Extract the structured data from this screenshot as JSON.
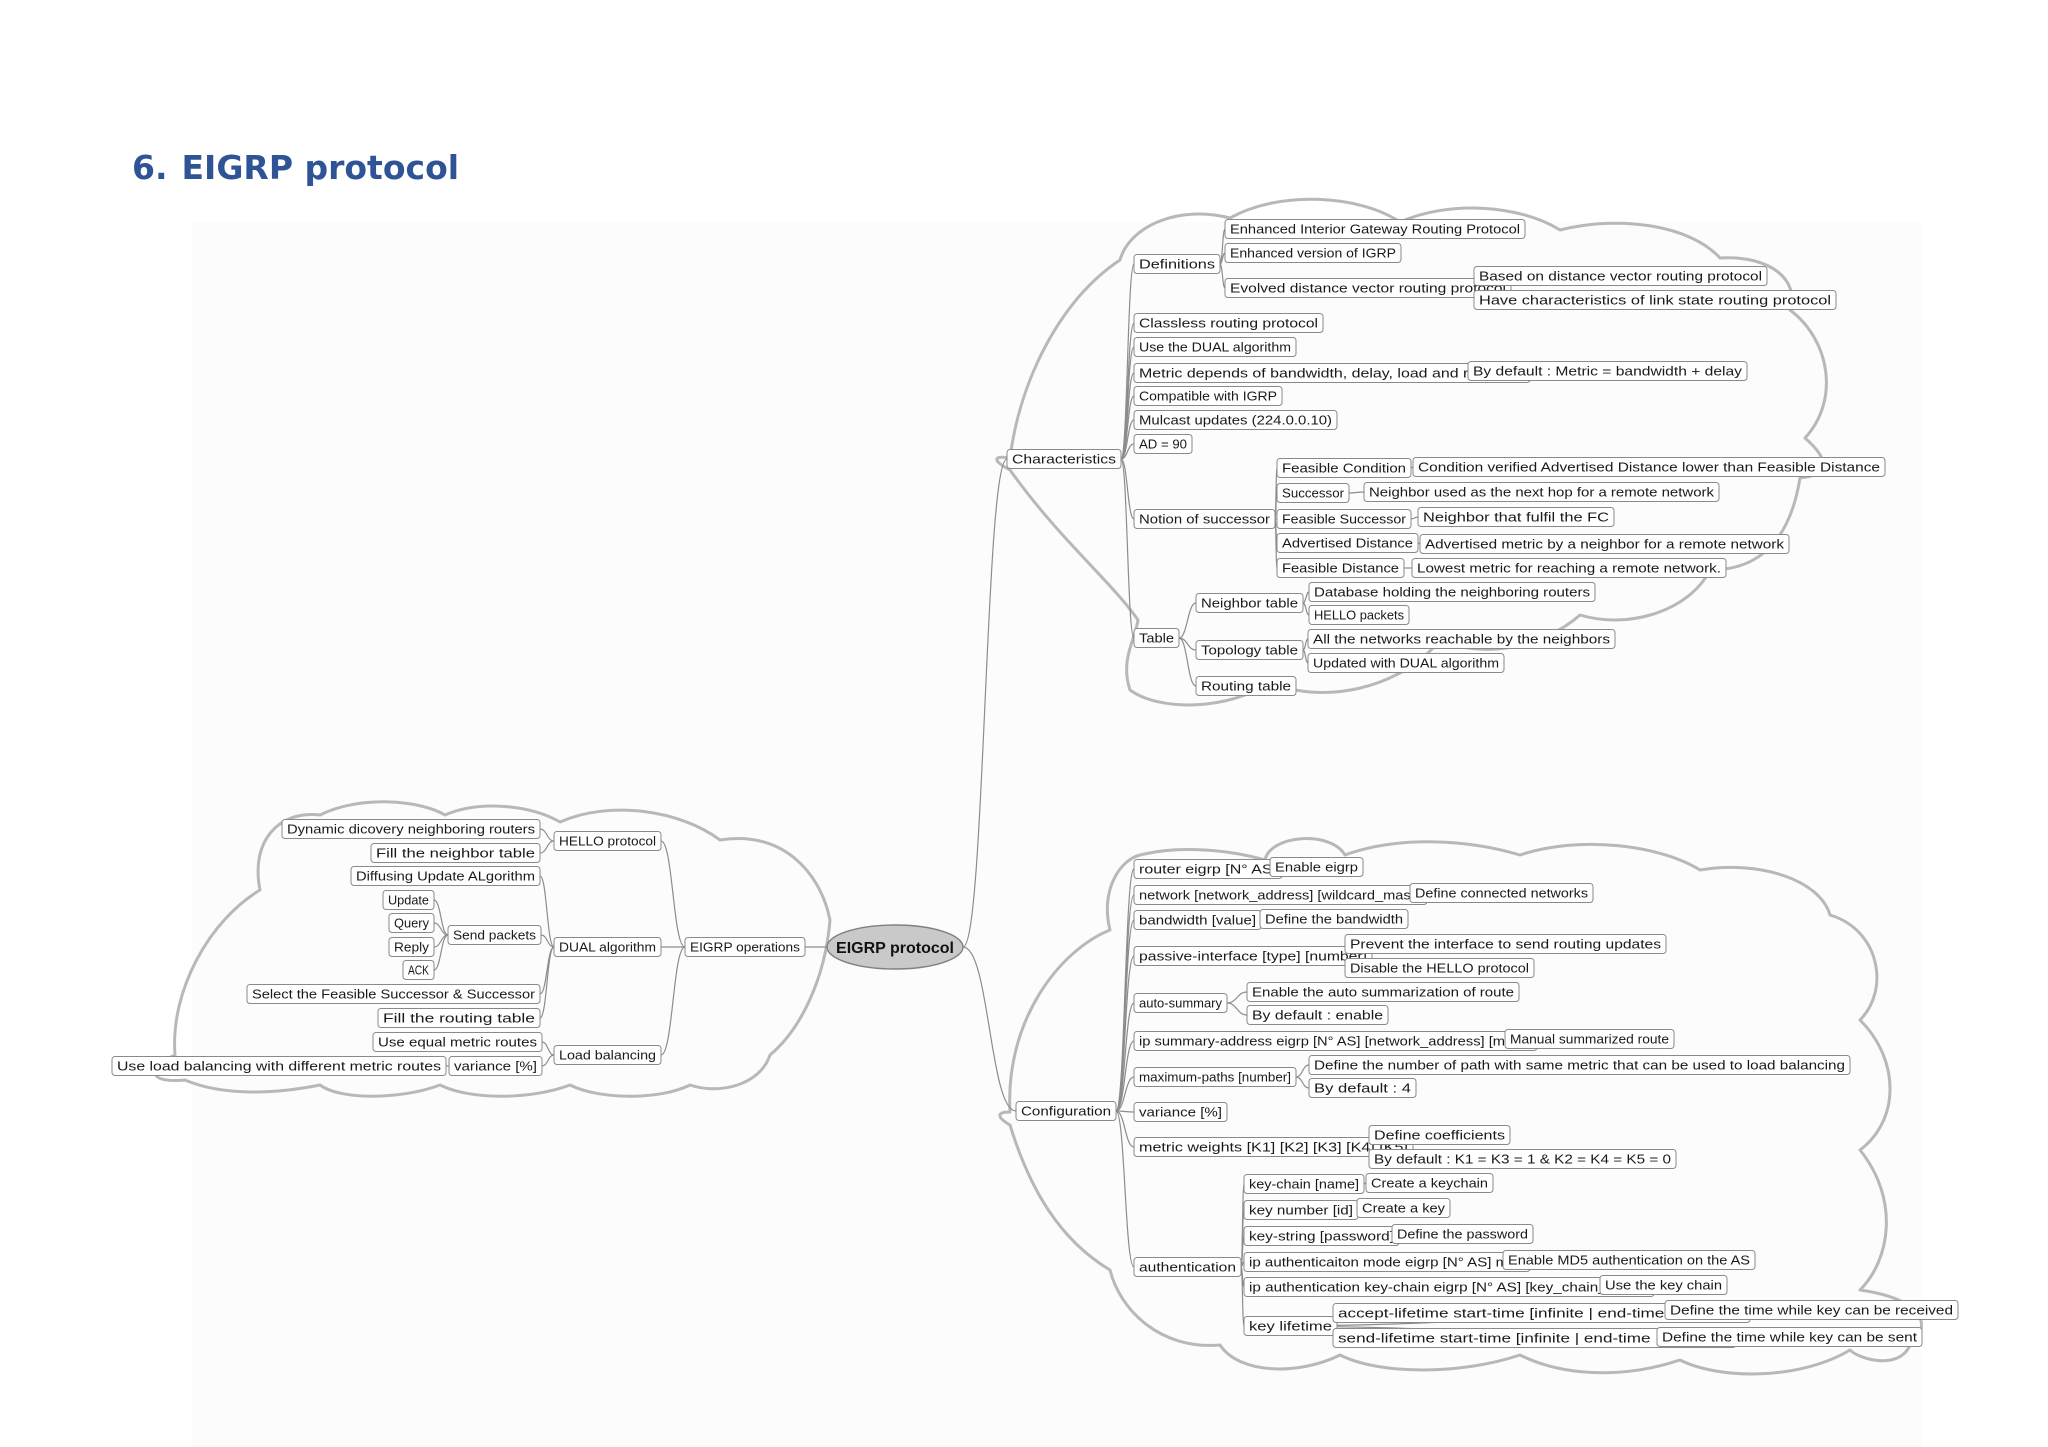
{
  "page": {
    "section_number": "6.",
    "section_title": "EIGRP protocol"
  },
  "colors": {
    "heading": "#2f5496",
    "cloud_outline": "#b8b8b8",
    "connector": "#8c8c8c",
    "root_fill": "#c9c9c9"
  },
  "mindmap": {
    "root": "EIGRP protocol",
    "branches": {
      "operations": {
        "label": "EIGRP operations",
        "hello": {
          "label": "HELLO protocol",
          "items": [
            "Dynamic dicovery neighboring routers",
            "Fill the neighbor table"
          ]
        },
        "dual": {
          "label": "DUAL algorithm",
          "items": [
            "Diffusing Update ALgorithm",
            "Select the Feasible Successor & Successor",
            "Fill the routing table"
          ],
          "send_packets": {
            "label": "Send packets",
            "items": [
              "Update",
              "Query",
              "Reply",
              "ACK"
            ]
          }
        },
        "load_balancing": {
          "label": "Load balancing",
          "equal": "Use equal metric routes",
          "variance": "variance [%]",
          "variance_detail": "Use load balancing with different metric routes"
        }
      },
      "characteristics": {
        "label": "Characteristics",
        "definitions": {
          "label": "Definitions",
          "d1": "Enhanced Interior Gateway Routing Protocol",
          "d2": "Enhanced version of IGRP",
          "d3": "Evolved distance vector routing protocol",
          "d3a": "Based on distance vector routing protocol",
          "d3b": "Have characteristics of link state routing protocol"
        },
        "classless": "Classless routing protocol",
        "dual": "Use the DUAL algorithm",
        "metric": "Metric depends of bandwidth, delay, load and reliability",
        "metric_default": "By default : Metric = bandwidth + delay",
        "igrp": "Compatible with IGRP",
        "multicast": "Mulcast updates (224.0.0.10)",
        "ad": "AD = 90",
        "successor": {
          "label": "Notion of successor",
          "fc": "Feasible Condition",
          "fc_desc": "Condition verified Advertised Distance lower than Feasible Distance",
          "s": "Successor",
          "s_desc": "Neighbor used as the next hop for a remote network",
          "fs": "Feasible Successor",
          "fs_desc": "Neighbor that fulfil the FC",
          "ad": "Advertised Distance",
          "ad_desc": "Advertised metric by a neighbor for a remote network",
          "fd": "Feasible Distance",
          "fd_desc": "Lowest metric for reaching a remote network."
        },
        "table": {
          "label": "Table",
          "neighbor": "Neighbor table",
          "neighbor_a": "Database holding the neighboring routers",
          "neighbor_b": "HELLO packets",
          "topology": "Topology table",
          "topology_a": "All the networks reachable by the neighbors",
          "topology_b": "Updated with DUAL algorithm",
          "routing": "Routing table"
        }
      },
      "configuration": {
        "label": "Configuration",
        "router": "router eigrp [N° AS]",
        "router_desc": "Enable eigrp",
        "network": "network [network_address] [wildcard_mask]",
        "network_desc": "Define connected networks",
        "bandwidth": "bandwidth [value]",
        "bandwidth_desc": "Define the bandwidth",
        "passive": "passive-interface [type] [number]",
        "passive_a": "Prevent the interface to send routing updates",
        "passive_b": "Disable the HELLO protocol",
        "autosum": "auto-summary",
        "autosum_a": "Enable the auto summarization of route",
        "autosum_b": "By default : enable",
        "ipsum": "ip summary-address eigrp [N° AS] [network_address] [mask]",
        "ipsum_desc": "Manual summarized route",
        "maxpaths": "maximum-paths [number]",
        "maxpaths_a": "Define the number of path with same metric that can be used to load balancing",
        "maxpaths_b": "By default : 4",
        "variance": "variance [%]",
        "weights": "metric weights [K1] [K2] [K3] [K4] [K5]",
        "weights_a": "Define coefficients",
        "weights_b": "By default : K1 = K3 = 1 & K2 = K4 = K5 = 0",
        "auth": {
          "label": "authentication",
          "keychain": "key-chain [name]",
          "keychain_desc": "Create a keychain",
          "keynum": "key number [id]",
          "keynum_desc": "Create a key",
          "keystring": "key-string [password]",
          "keystring_desc": "Define the password",
          "mode": "ip authenticaiton mode eigrp [N° AS] md5",
          "mode_desc": "Enable MD5 authentication on the AS",
          "kc": "ip authentication key-chain eigrp [N° AS] [key_chain_name]",
          "kc_desc": "Use the key chain",
          "lifetime": "key lifetime",
          "accept": "accept-lifetime start-time [infinite | end-time | duration]",
          "accept_desc": "Define the time while key can be received",
          "send": "send-lifetime start-time [infinite | end-time | duration]",
          "send_desc": "Define the time while key can be sent"
        }
      }
    }
  }
}
